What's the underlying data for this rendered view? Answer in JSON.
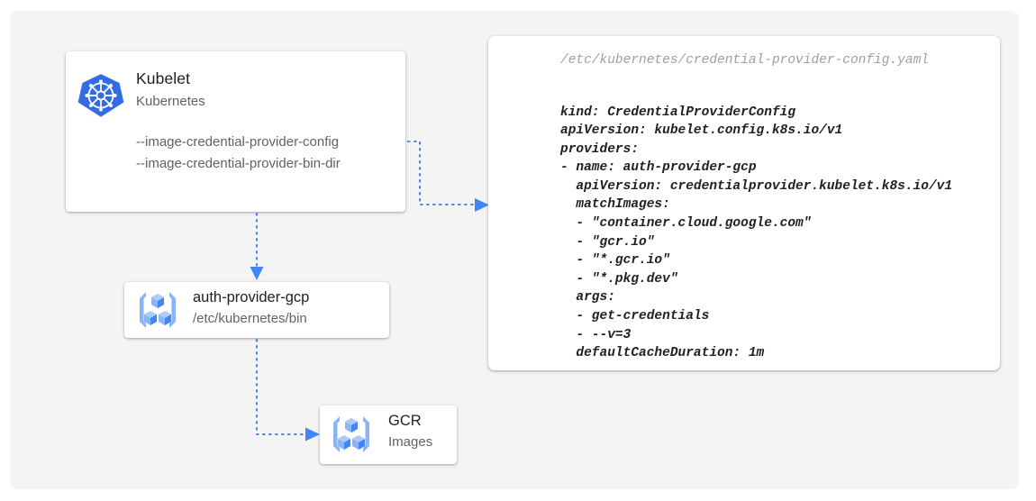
{
  "canvas": {
    "background": "#f4f4f4",
    "page_background": "#ffffff"
  },
  "colors": {
    "accent": "#4285f4",
    "kubernetes_blue": "#326ce5",
    "title_text": "#202124",
    "muted_text": "#5f6368",
    "path_text": "#9aa0a6",
    "card_background": "#ffffff"
  },
  "nodes": {
    "kubelet": {
      "icon": "kubernetes-helm-icon",
      "title": "Kubelet",
      "subtitle": "Kubernetes",
      "flags": [
        "--image-credential-provider-config",
        "--image-credential-provider-bin-dir"
      ]
    },
    "auth_provider": {
      "icon": "container-registry-icon",
      "title": "auth-provider-gcp",
      "subtitle": "/etc/kubernetes/bin"
    },
    "gcr": {
      "icon": "container-registry-icon",
      "title": "GCR",
      "subtitle": "Images"
    }
  },
  "yaml_panel": {
    "path": "/etc/kubernetes/credential-provider-config.yaml",
    "content": "kind: CredentialProviderConfig\napiVersion: kubelet.config.k8s.io/v1\nproviders:\n- name: auth-provider-gcp\n  apiVersion: credentialprovider.kubelet.k8s.io/v1\n  matchImages:\n  - \"container.cloud.google.com\"\n  - \"gcr.io\"\n  - \"*.gcr.io\"\n  - \"*.pkg.dev\"\n  args:\n  - get-credentials\n  - --v=3\n  defaultCacheDuration: 1m"
  },
  "connectors": [
    {
      "name": "kubelet-to-config",
      "from": "kubelet",
      "to": "yaml-panel",
      "style": "dotted",
      "arrowhead": "right"
    },
    {
      "name": "kubelet-to-auth-provider",
      "from": "kubelet",
      "to": "auth_provider",
      "style": "dotted",
      "arrowhead": "down"
    },
    {
      "name": "auth-provider-to-gcr",
      "from": "auth_provider",
      "to": "gcr",
      "style": "dotted",
      "arrowhead": "right"
    }
  ]
}
